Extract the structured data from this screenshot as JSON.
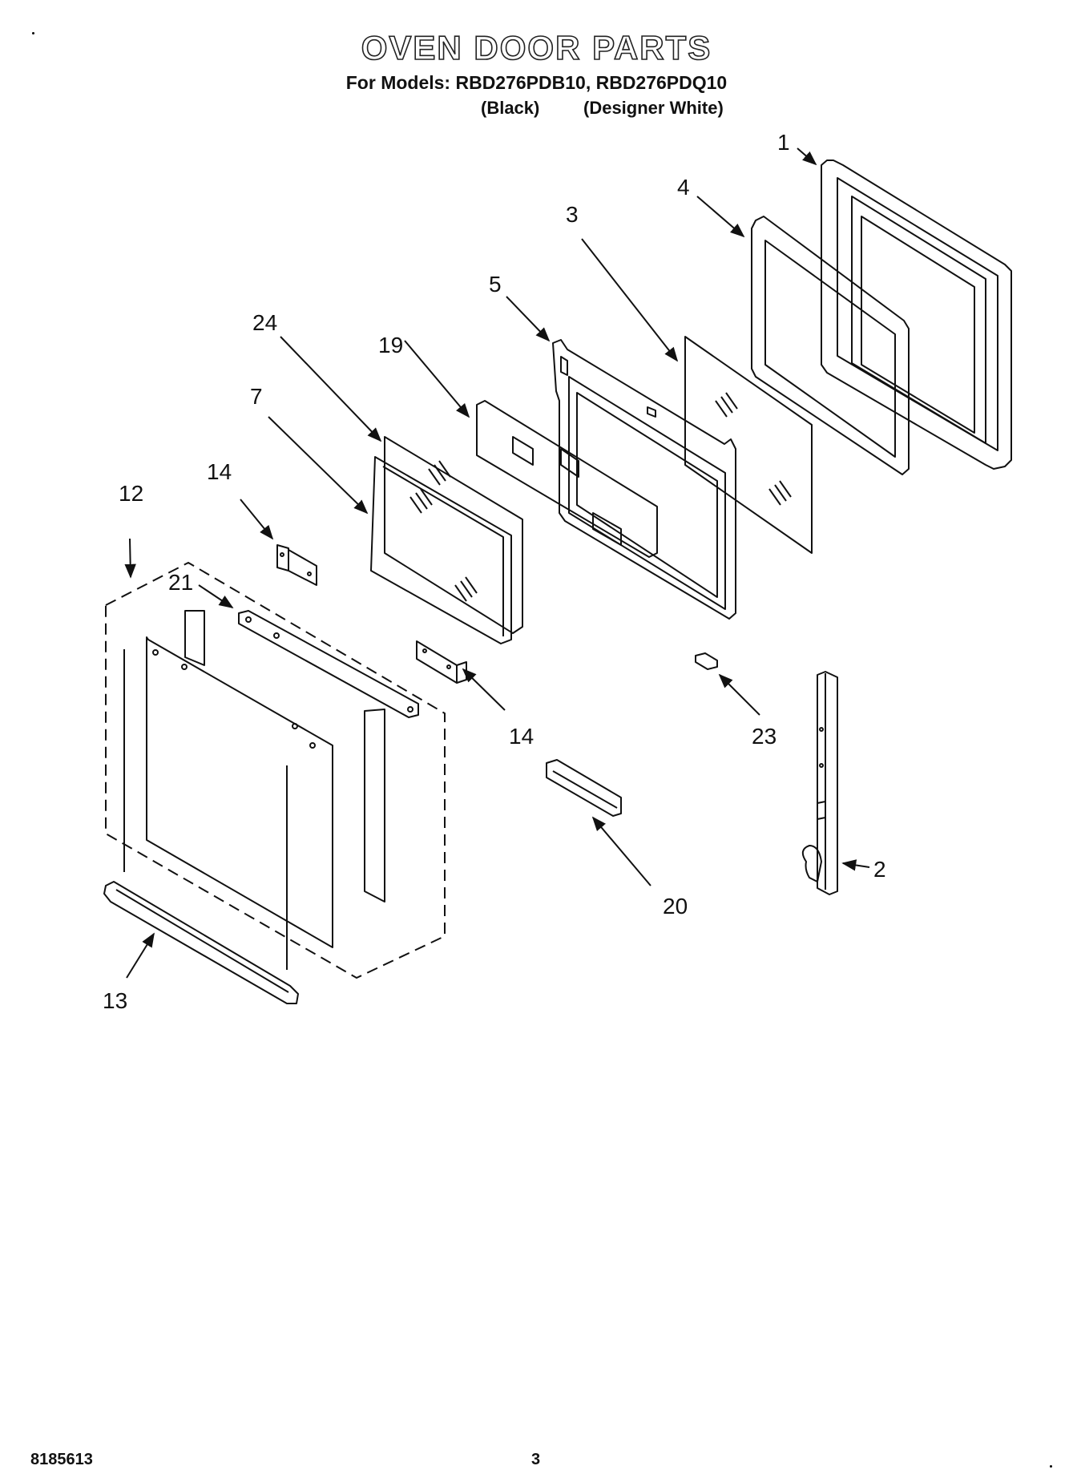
{
  "header": {
    "title": "OVEN DOOR PARTS",
    "models_line": "For Models: RBD276PDB10, RBD276PDQ10",
    "variant_black": "(Black)",
    "variant_white": "(Designer White)"
  },
  "callouts": {
    "c1": "1",
    "c2": "2",
    "c3": "3",
    "c4": "4",
    "c5": "5",
    "c7": "7",
    "c12": "12",
    "c13": "13",
    "c14a": "14",
    "c14b": "14",
    "c19": "19",
    "c20": "20",
    "c21": "21",
    "c23": "23",
    "c24": "24"
  },
  "footer": {
    "doc_number": "8185613",
    "page_number": "3"
  }
}
